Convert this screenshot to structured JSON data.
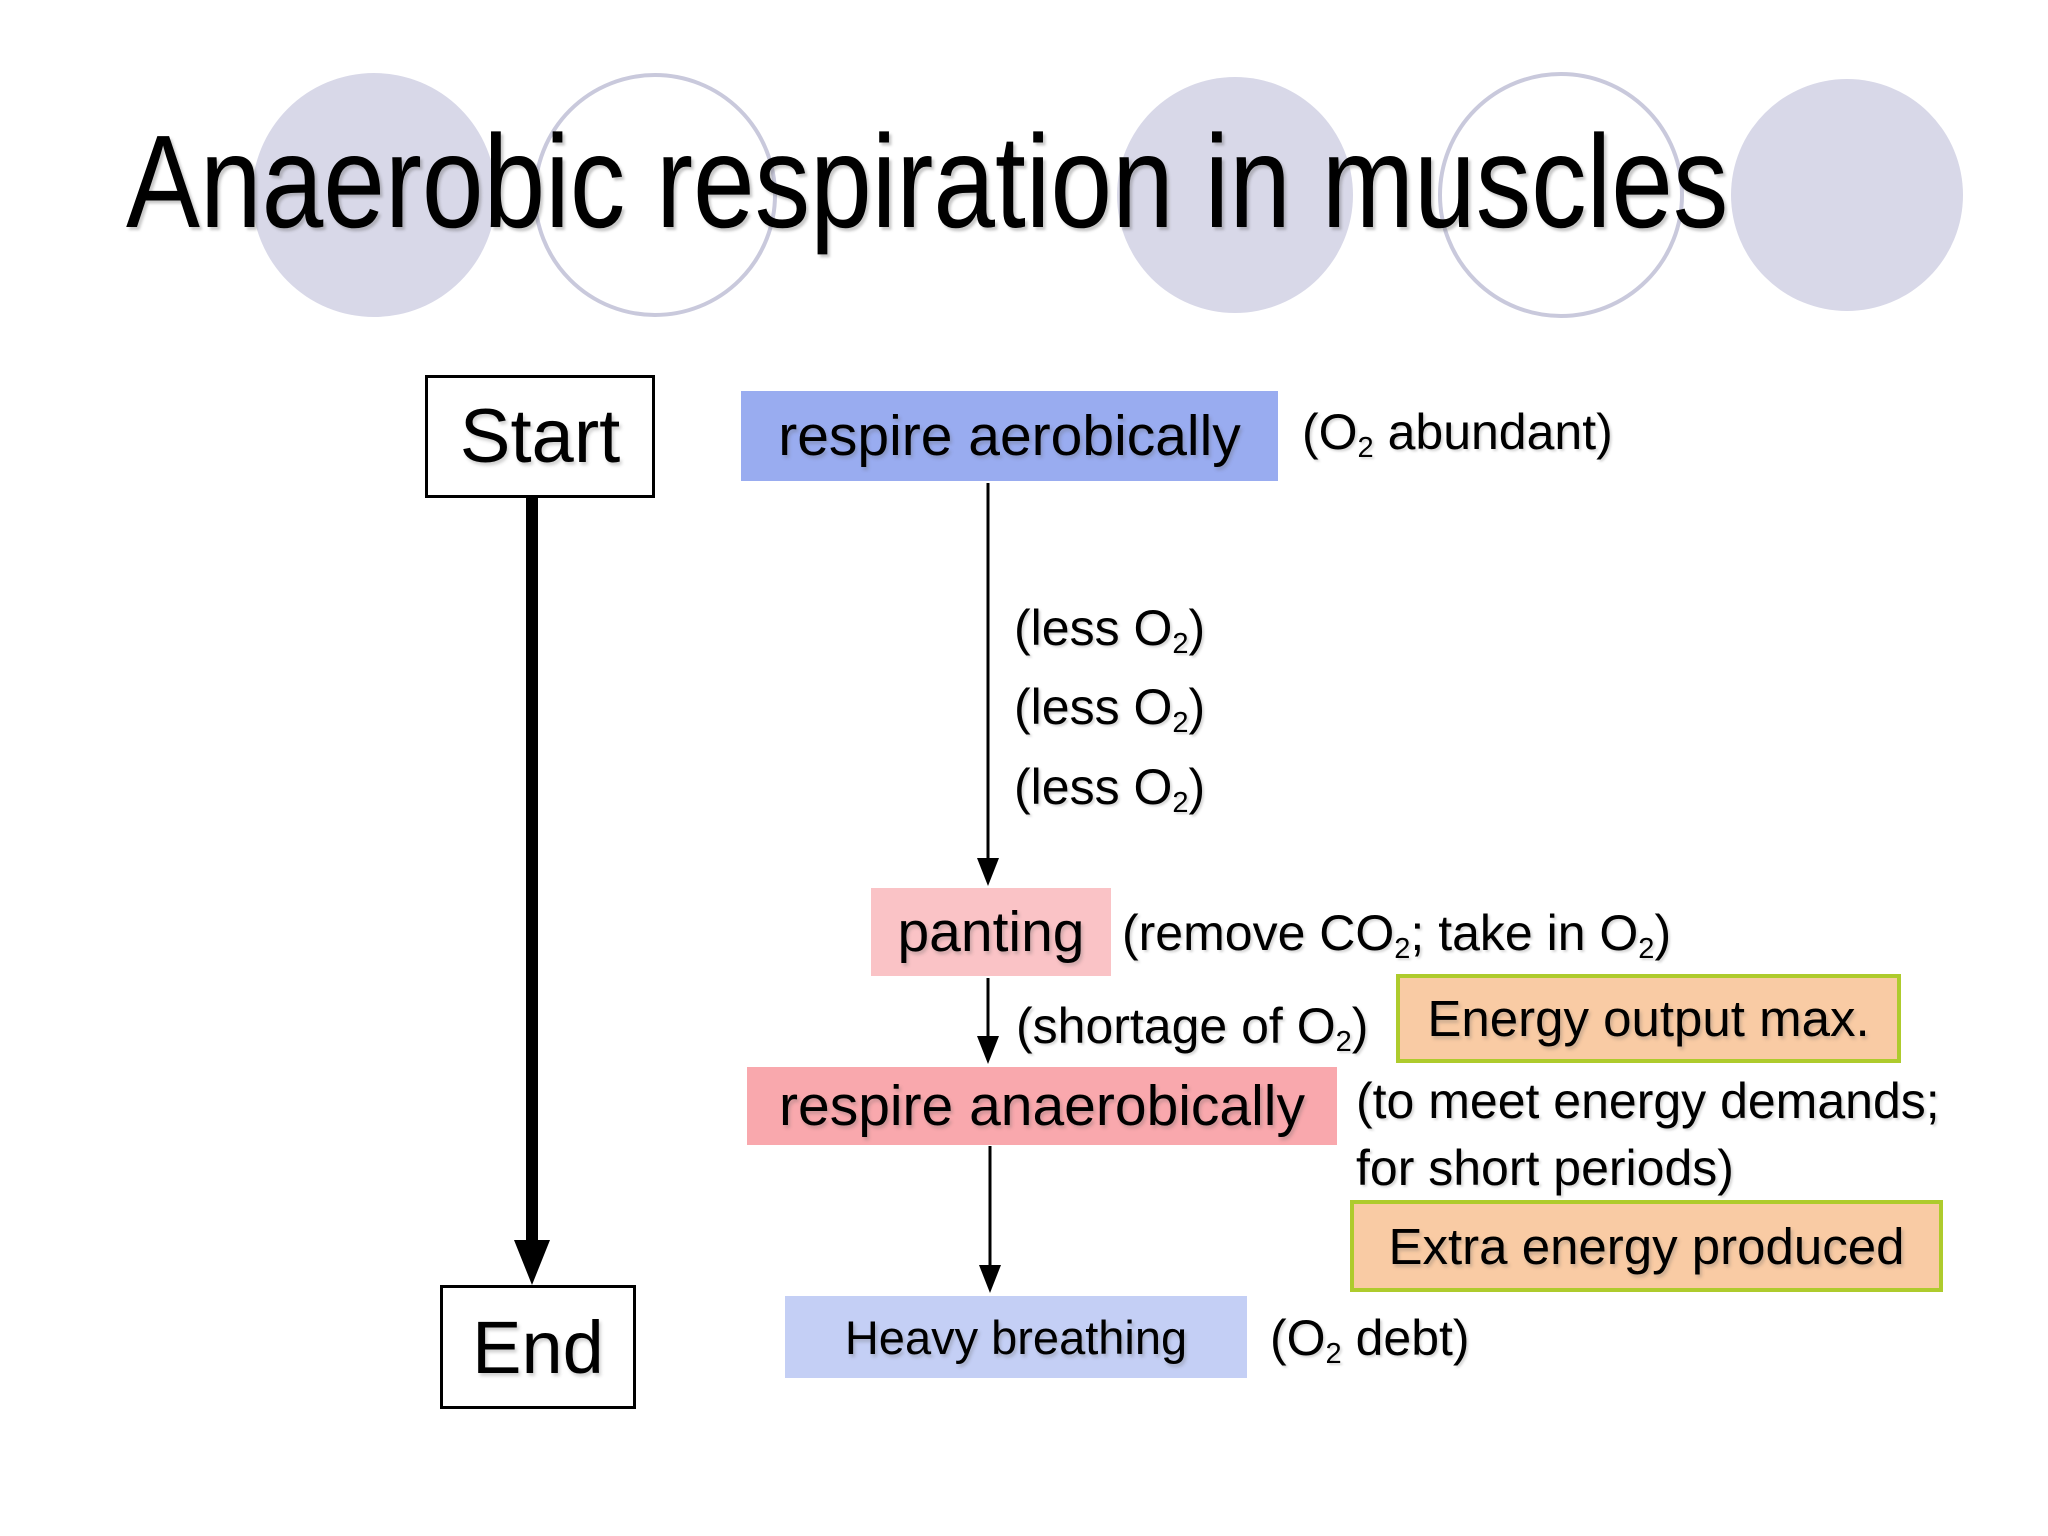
{
  "slide": {
    "title": "Anaerobic respiration in muscles"
  },
  "flowchart": {
    "start": "Start",
    "end": "End",
    "nodes": {
      "aerobic": "respire aerobically",
      "panting": "panting",
      "anaerobic": "respire anaerobically",
      "heavy_breathing": "Heavy breathing"
    },
    "callouts": {
      "energy_max": "Energy output max.",
      "extra_energy": "Extra energy produced"
    }
  },
  "annotations": {
    "o2_abundant": [
      "(O",
      "2",
      " abundant)"
    ],
    "less_o2": [
      "(less O",
      "2",
      ")"
    ],
    "remove_co2": [
      "(remove CO",
      "2",
      "; take in O",
      "2",
      ")"
    ],
    "shortage_o2": [
      "(shortage of O",
      "2",
      ")"
    ],
    "demands": [
      "(to meet energy demands;",
      "for short periods)"
    ],
    "o2_debt": [
      "(O",
      "2",
      " debt)"
    ]
  },
  "colors": {
    "aerobic_box": "#99acf0",
    "heavy_breathing_box": "#c4cff5",
    "panting_box": "#fac3c6",
    "anaerobic_box": "#f9a8ad",
    "callout_fill": "#f9cba4",
    "callout_border": "#aecb2d",
    "circle_fill": "#d8d8e8",
    "circle_outline": "#c9c9dc",
    "arrow": "#000000"
  }
}
